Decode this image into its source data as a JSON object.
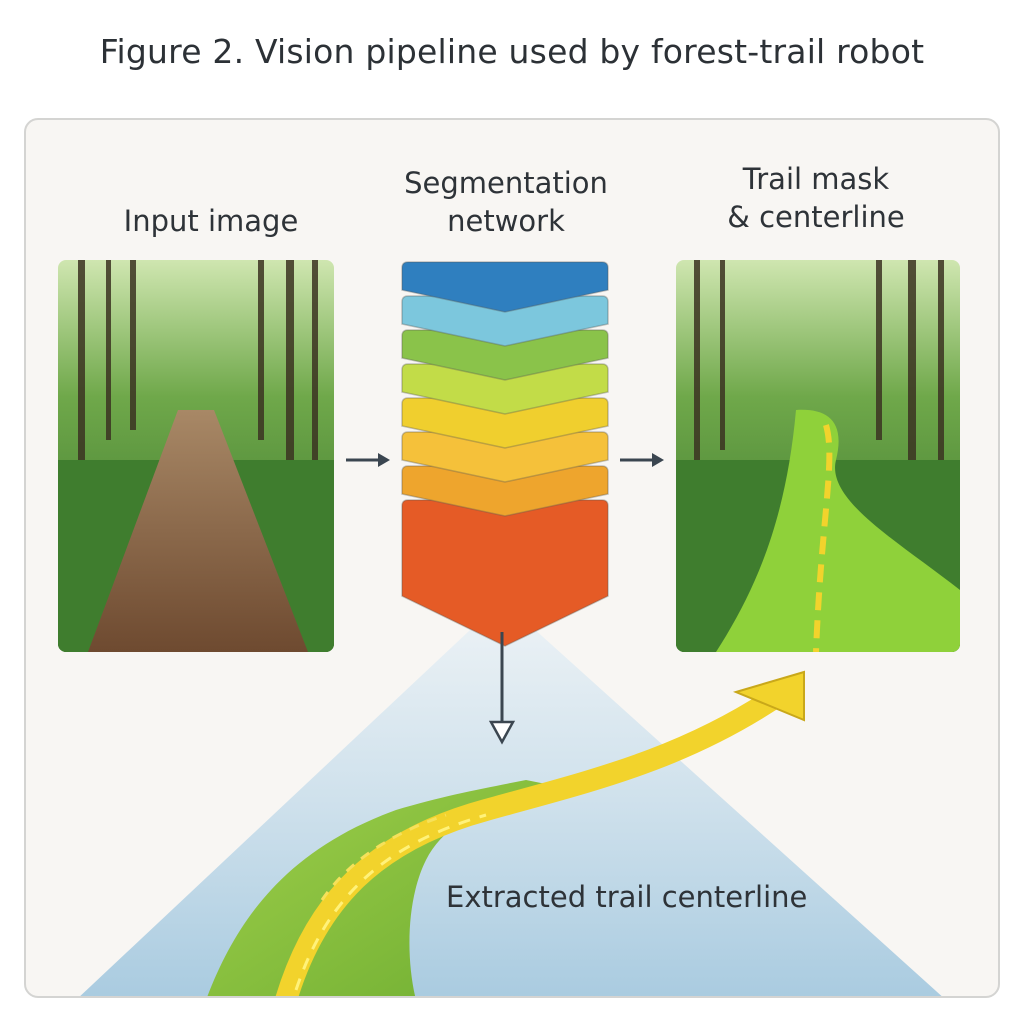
{
  "figure": {
    "title": "Figure 2. Vision pipeline used by forest-trail robot"
  },
  "stages": {
    "input": {
      "label": "Input image"
    },
    "network": {
      "label_line1": "Segmentation",
      "label_line2": "network"
    },
    "output": {
      "label_line1": "Trail mask",
      "label_line2": "& centerline"
    }
  },
  "lower": {
    "label": "Extracted trail centerline"
  },
  "colors": {
    "network_layers": [
      "#2f7fbf",
      "#7cc7dd",
      "#8ac34a",
      "#c2dc48",
      "#f0cf2e",
      "#f5c13a",
      "#eea52d",
      "#e55b26"
    ],
    "trail_mask": "#8fd13a",
    "centerline": "#f2d32c",
    "arrow_dark": "#3b4650"
  },
  "icons": [
    "right-arrow-icon",
    "down-arrow-icon",
    "curved-arrow-icon"
  ]
}
